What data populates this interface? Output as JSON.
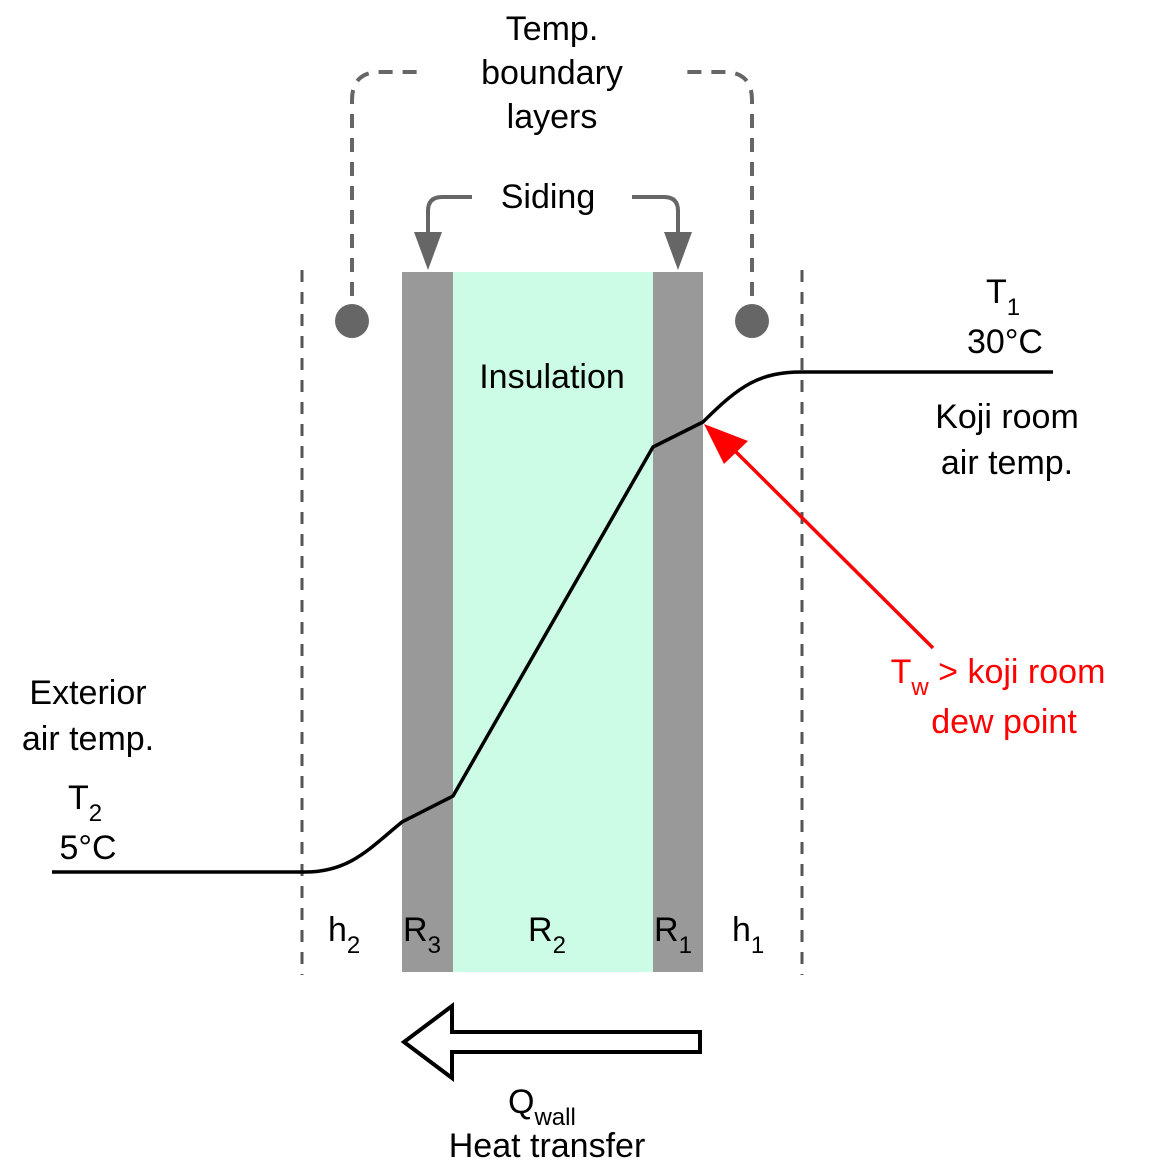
{
  "labels": {
    "temp_boundary_line1": "Temp.",
    "temp_boundary_line2": "boundary",
    "temp_boundary_line3": "layers",
    "siding": "Siding",
    "insulation": "Insulation",
    "t1_main": "T",
    "t1_sub": "1",
    "t1_value": "30°C",
    "koji_line1": "Koji room",
    "koji_line2": "air temp.",
    "exterior_line1": "Exterior",
    "exterior_line2": "air temp.",
    "t2_main": "T",
    "t2_sub": "2",
    "t2_value": "5°C",
    "tw_main": "T",
    "tw_sub": "w",
    "tw_rest": " > koji room",
    "tw_line2": "dew point",
    "h2_main": "h",
    "h2_sub": "2",
    "r3_main": "R",
    "r3_sub": "3",
    "r2_main": "R",
    "r2_sub": "2",
    "r1_main": "R",
    "r1_sub": "1",
    "h1_main": "h",
    "h1_sub": "1",
    "q_main": "Q",
    "q_sub": "wall",
    "heat_transfer": "Heat transfer"
  },
  "colors": {
    "siding": "#999999",
    "insulation": "#ccfce6",
    "boundary_line": "#555555",
    "callout_gray": "#666666",
    "red_annotation": "#ff0000",
    "profile_line": "#000000"
  }
}
